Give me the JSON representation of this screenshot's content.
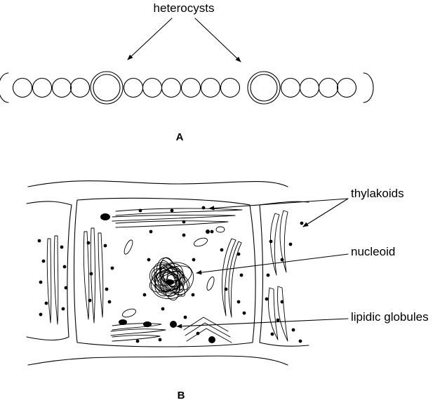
{
  "labels": {
    "heterocysts": "heterocysts",
    "panel_a": "A",
    "panel_b": "B",
    "thylakoids": "thylakoids",
    "nucleoid": "nucleoid",
    "lipidic_globules": "lipidic globules"
  },
  "colors": {
    "ink": "#000000",
    "background": "#ffffff"
  }
}
